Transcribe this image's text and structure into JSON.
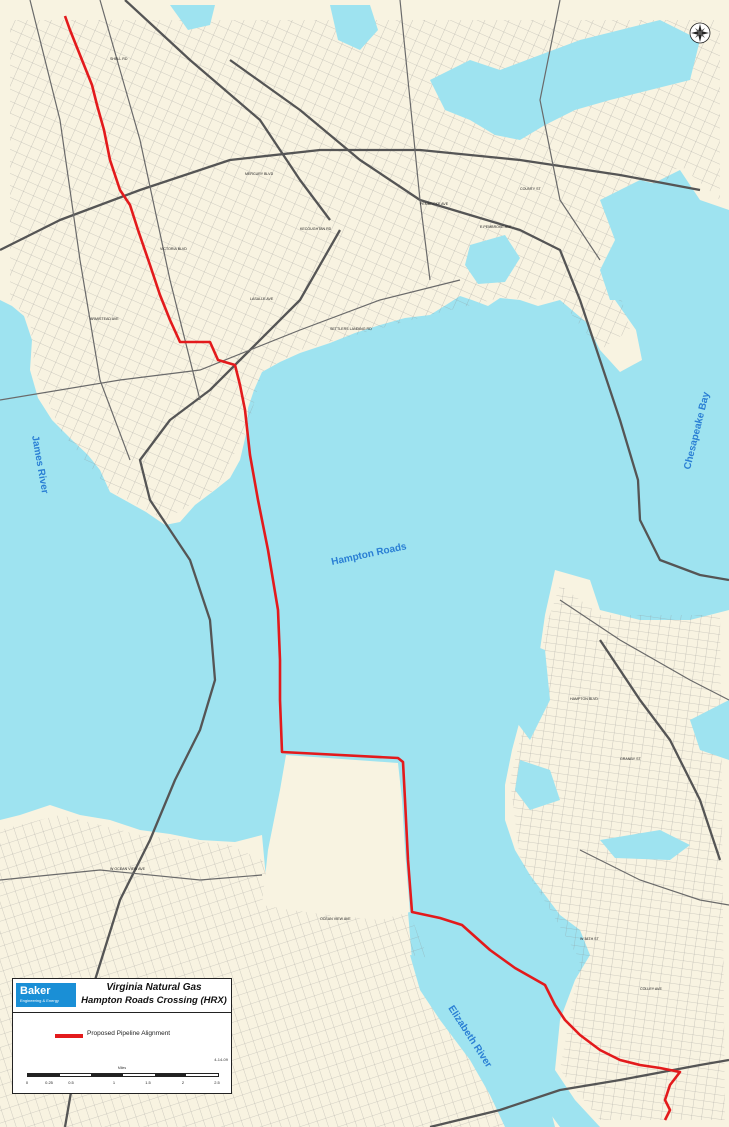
{
  "water_labels": {
    "james_river": "James River",
    "hampton_roads": "Hampton Roads",
    "chesapeake_bay": "Chesapeake Bay",
    "elizabeth_river": "Elizabeth River"
  },
  "legend": {
    "logo_name": "Baker",
    "logo_subtitle": "Engineering & Energy",
    "title_line1": "Virginia Natural Gas",
    "title_line2": "Hampton Roads Crossing (HRX)",
    "item_label": "Proposed Pipeline Alignment",
    "date": "4-14-09",
    "scale_title": "Miles",
    "scale_ticks": [
      "0",
      "0.25",
      "0.5",
      "1",
      "1.5",
      "2",
      "2.5"
    ]
  },
  "street_labels": [
    "SHELL RD",
    "MERCURY BLVD",
    "KECOUGHTAN RD",
    "VICTORIA BLVD",
    "ARMISTEAD AVE",
    "PEMBROKE AVE",
    "COUNTY ST",
    "LASALLE AVE",
    "E PEMBROKE AVE",
    "SETTLERS LANDING RD",
    "GRANBY ST",
    "OCEAN VIEW AVE",
    "HAMPTON BLVD",
    "W 38TH ST",
    "COLLEY AVE",
    "W OCEAN VIEW AVE"
  ],
  "colors": {
    "water": "#9ee3f0",
    "land": "#f8f3e1",
    "pipeline": "#e31a1c",
    "highway": "#555555",
    "street": "#8a8a8a",
    "water_label": "#2a7fd4",
    "logo_bg": "#1a8fd6"
  },
  "icons": {
    "north_arrow": "compass-rose-icon"
  }
}
